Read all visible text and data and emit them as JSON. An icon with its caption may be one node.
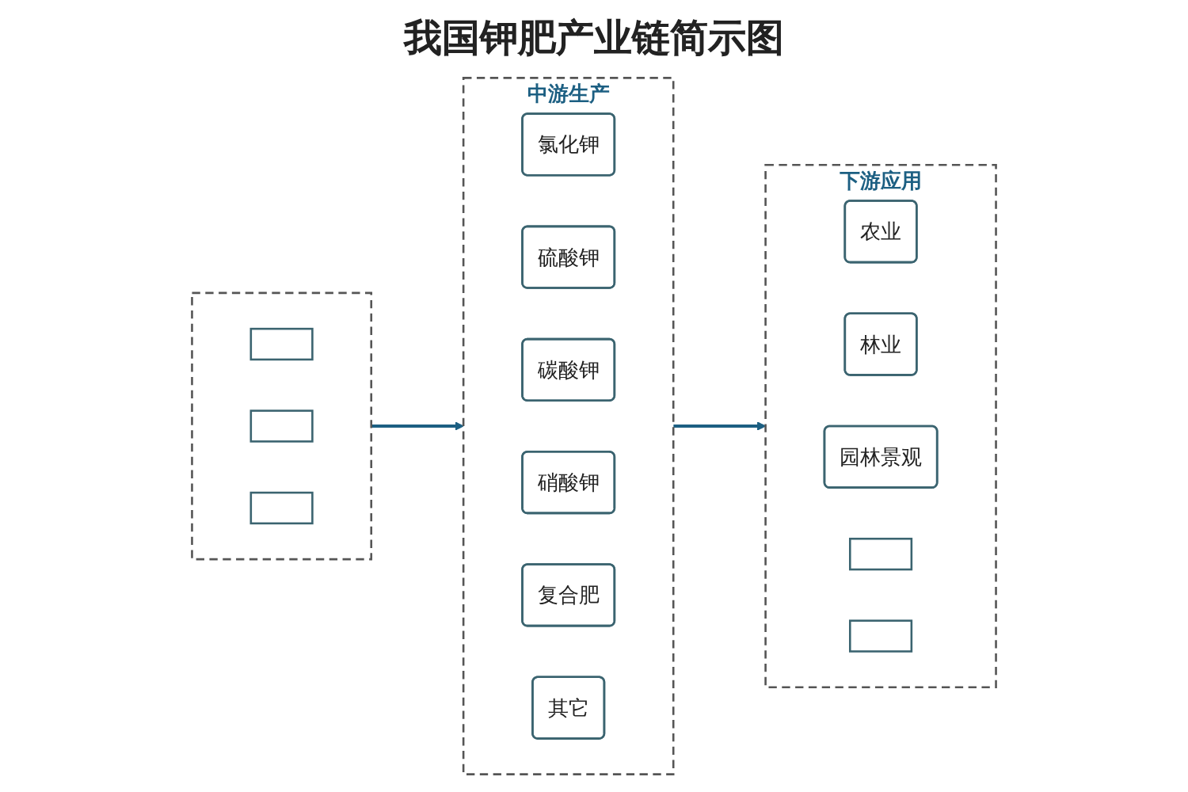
{
  "diagram": {
    "title": "我国钾肥产业链简示图",
    "nodes": [
      {
        "text": [],
        "shape": "box"
      },
      {
        "text": [],
        "shape": "box",
        "in": 0
      },
      {
        "text": [],
        "shape": "box",
        "in": 0
      },
      {
        "text": [],
        "shape": "box",
        "in": 0
      },
      {
        "text": [
          "中游生产"
        ]
      },
      {
        "text": [
          "氯化钾"
        ],
        "in": 4
      },
      {
        "text": [
          "硫酸钾"
        ],
        "in": 4
      },
      {
        "text": [
          "碳酸钾"
        ],
        "in": 4
      },
      {
        "text": [
          "硝酸钾"
        ],
        "in": 4
      },
      {
        "text": [
          "复合肥"
        ],
        "in": 4
      },
      {
        "text": [
          "其它"
        ],
        "in": 4
      },
      {
        "text": [
          "下游应用"
        ]
      },
      {
        "text": [
          "农业"
        ],
        "in": 11
      },
      {
        "text": [
          "林业"
        ],
        "in": 11
      },
      {
        "text": [
          "园林景观"
        ],
        "in": 11
      },
      {
        "text": [],
        "shape": "box",
        "in": 11
      },
      {
        "text": [],
        "shape": "box",
        "in": 11
      }
    ],
    "edges": [
      {
        "from": 0,
        "to": 4,
        "arrow": "to"
      },
      {
        "from": 4,
        "to": 11,
        "arrow": "to"
      }
    ]
  }
}
